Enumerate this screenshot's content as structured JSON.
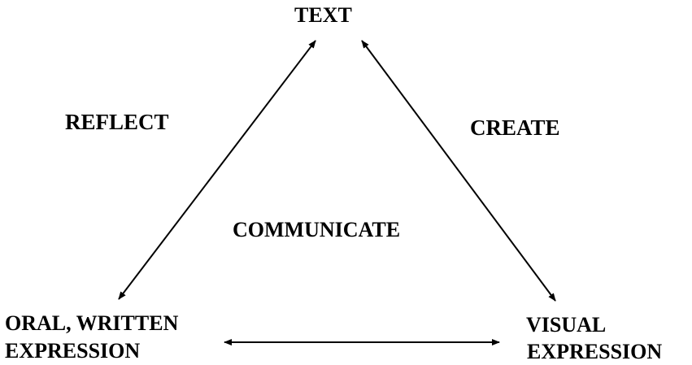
{
  "diagram": {
    "nodes": {
      "top": "TEXT",
      "bottom_left_line1": "ORAL, WRITTEN",
      "bottom_left_line2": "EXPRESSION",
      "bottom_right_line1": "VISUAL",
      "bottom_right_line2": "EXPRESSION"
    },
    "edge_labels": {
      "left": "REFLECT",
      "right": "CREATE",
      "center": "COMMUNICATE"
    },
    "colors": {
      "ink": "#000000",
      "background": "#ffffff"
    }
  }
}
